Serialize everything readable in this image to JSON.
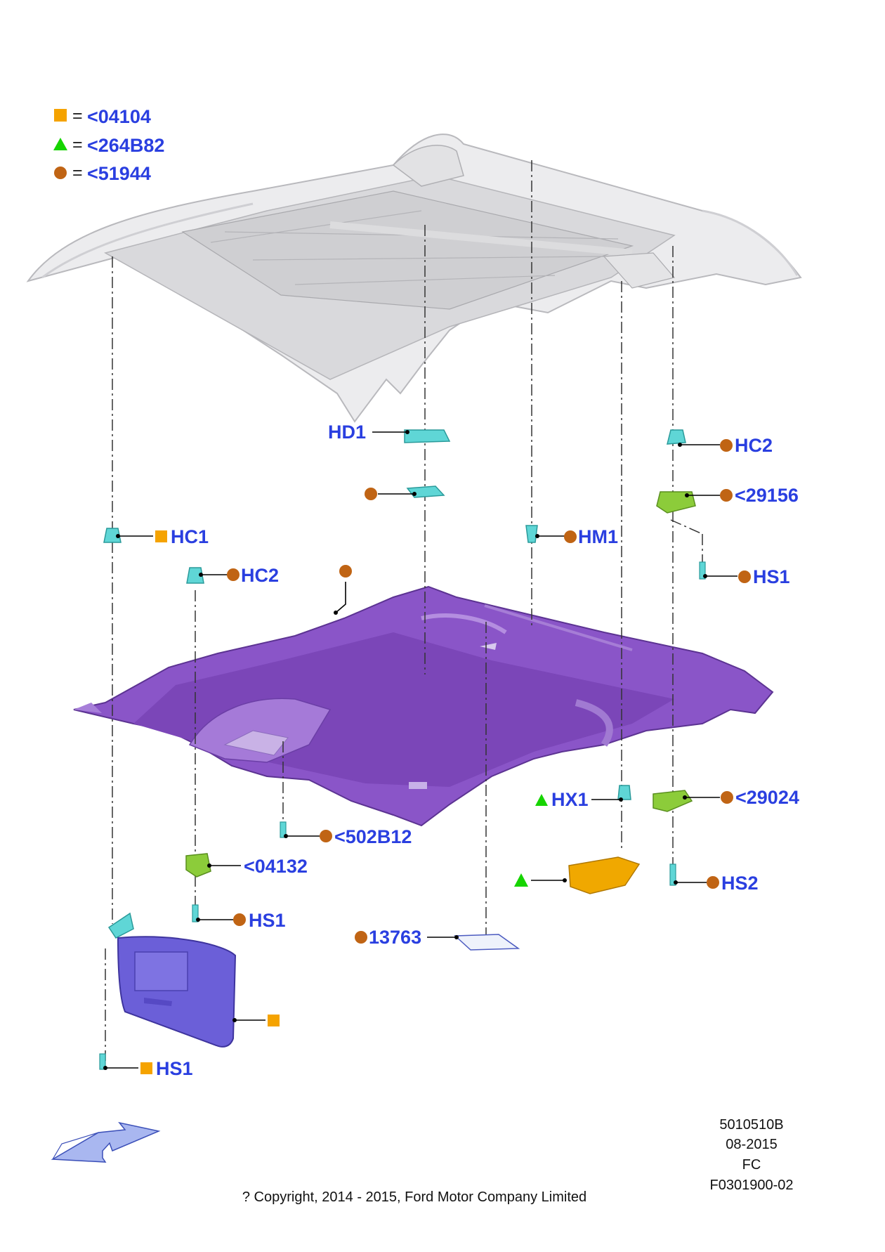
{
  "legend": [
    {
      "symbol": "square-icon",
      "color": "#f5a300",
      "eq": "=",
      "code": "<04104"
    },
    {
      "symbol": "triangle-icon",
      "color": "#16d400",
      "eq": "=",
      "code": "<264B82"
    },
    {
      "symbol": "circle-icon",
      "color": "#c06414",
      "eq": "=",
      "code": "<51944"
    }
  ],
  "colors": {
    "roof": "#e8e8ea",
    "roofEdge": "#b9b9bd",
    "headliner": "#8a55c8",
    "headlinerDark": "#5c3392",
    "clip": "#5fd6d6",
    "green": "#8ccc3a",
    "yellow": "#f0a800",
    "visor": "#6b5fd8",
    "label": "#2a3fe0",
    "square": "#f5a300",
    "triangle": "#16d400",
    "circle": "#c06414"
  },
  "labels": {
    "hd1": "HD1",
    "hc2_top": "HC2",
    "c29156": "<29156",
    "hc1": "HC1",
    "hm1": "HM1",
    "hc2_left": "HC2",
    "hs1_right": "HS1",
    "hx1": "HX1",
    "c29024": "<29024",
    "c502b12": "<502B12",
    "c04132": "<04132",
    "hs1_mid": "HS1",
    "hs2": "HS2",
    "c13763": "13763",
    "hs1_bottom": "HS1"
  },
  "meta": {
    "line1": "5010510B",
    "line2": "08-2015",
    "line3": "FC",
    "line4": "F0301900-02",
    "copyright": "? Copyright, 2014 - 2015, Ford Motor Company Limited"
  }
}
